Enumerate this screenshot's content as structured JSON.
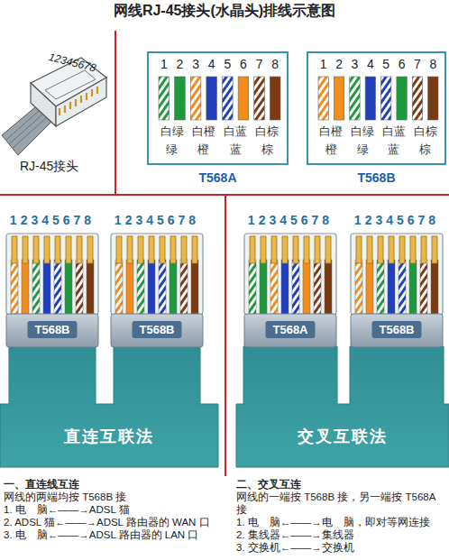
{
  "diagram": {
    "title": "网线RJ-45接头(水晶头)排线示意图",
    "nodes": [
      {
        "text": [
          "1",
          "2",
          "3",
          "4",
          "5",
          "6",
          "7",
          "8",
          "白绿",
          "白橙",
          "白蓝",
          "白棕",
          "绿",
          "橙",
          "蓝",
          "棕",
          "T568A"
        ]
      },
      {
        "text": [
          "1",
          "2",
          "3",
          "4",
          "5",
          "6",
          "7",
          "8",
          "白橙",
          "白绿",
          "白蓝",
          "白棕",
          "橙",
          "绿",
          "蓝",
          "棕",
          "T568B"
        ]
      },
      {
        "text": [
          "T568B"
        ]
      },
      {
        "text": [
          "T568B"
        ]
      },
      {
        "text": [
          "直连互联法"
        ]
      },
      {
        "text": [
          "T568A"
        ]
      },
      {
        "text": [
          "T568B"
        ]
      },
      {
        "text": [
          "交叉互联法"
        ]
      }
    ],
    "labels": [
      "12345678",
      "RJ-45接头",
      "12345678",
      "12345678",
      "12345678",
      "12345678",
      "一、直连线互连",
      "网线的两端均按 T568B 接",
      "1. 电　脑←——→ADSL 猫",
      "2. ADSL 猫←——→ADSL 路由器的 WAN 口",
      "3. 电　脑←——→ADSL 路由器的 LAN 口",
      "二、交叉互连",
      "网线的一端按 T568B 接，另一端按 T568A 接",
      "1. 电　脑←——→电　脑，即对等网连接",
      "2. 集线器←——→集线器",
      "3. 交换机←——→交换机"
    ]
  }
}
